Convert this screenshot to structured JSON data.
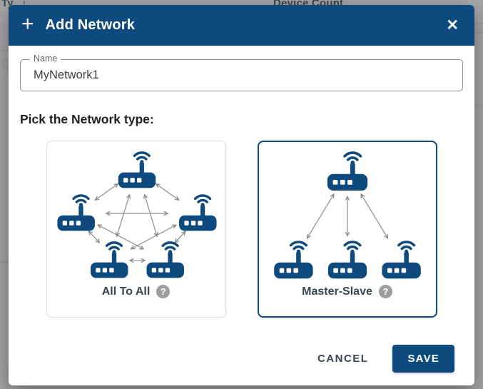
{
  "colors": {
    "primary": "#0e4a7d",
    "backdrop": "#a6a6a6",
    "arrow": "#8a8a8a",
    "badge": "#9e9e9e"
  },
  "background_table": {
    "column1": "Ty",
    "column2": "Device Count",
    "sort_icon": "↑"
  },
  "modal": {
    "plus_icon": "+",
    "title": "Add Network",
    "close_icon": "✕",
    "name_field": {
      "label": "Name",
      "value": "MyNetwork1"
    },
    "section_title": "Pick the Network type:",
    "cards": [
      {
        "label": "All To All",
        "selected": false,
        "topology": "mesh",
        "node_count": 5,
        "help_icon": "?"
      },
      {
        "label": "Master-Slave",
        "selected": true,
        "topology": "star",
        "node_count": 4,
        "help_icon": "?"
      }
    ],
    "actions": {
      "cancel": "CANCEL",
      "save": "SAVE"
    }
  }
}
